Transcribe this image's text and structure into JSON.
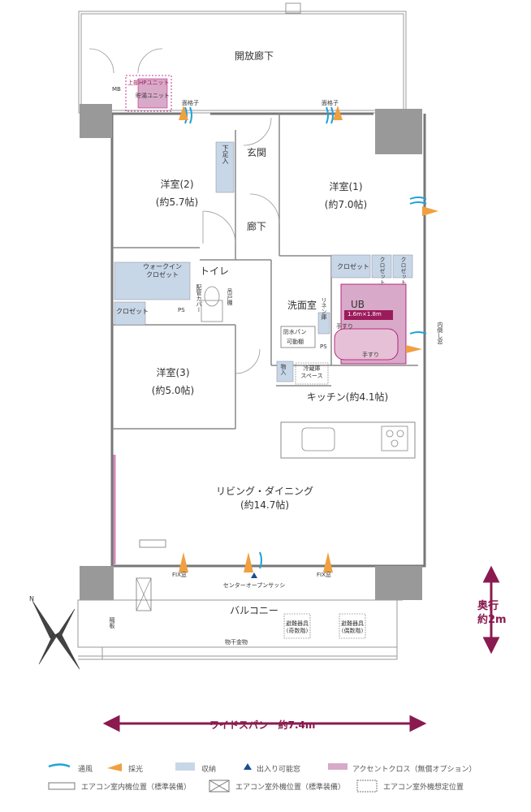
{
  "rooms": {
    "open_corridor": "開放廊下",
    "western_2": {
      "name": "洋室(2)",
      "size": "(約5.7帖)"
    },
    "western_1": {
      "name": "洋室(1)",
      "size": "(約7.0帖)"
    },
    "western_3": {
      "name": "洋室(3)",
      "size": "(約5.0帖)"
    },
    "entrance": "玄関",
    "hallway": "廊下",
    "toilet": "トイレ",
    "washroom": "洗面室",
    "kitchen": "キッチン(約4.1帖)",
    "living": {
      "name": "リビング・ダイニング",
      "size": "(約14.7帖)"
    },
    "balcony": "バルコニー"
  },
  "fixtures": {
    "mb": "MB",
    "hp_unit": "上部HPユニット",
    "storage_unit": "貯湯ユニット",
    "lattice_left": "面格子",
    "lattice_right": "面格子",
    "shoe_box": "下足入",
    "walkin_closet": "ウォークイン\nクロゼット",
    "closet_a": "クロゼット",
    "closet_b": "クロゼット",
    "closet_c": "クロゼット",
    "closet_d": "クロゼット",
    "ps_left": "PS",
    "ps_right": "PS",
    "pipe_cover": "配管カバー",
    "hanging_shelf": "吊戸棚",
    "linen": "リネン庫",
    "ub": "UB",
    "ub_size": "1.6m×1.8m",
    "handrail_1": "手すり",
    "handrail_2": "手すり",
    "waterproof_pan": "防水パン",
    "movable_shelf": "可動棚",
    "storage": "物入",
    "fridge_space": "冷蔵庫\nスペース",
    "fix_window_left": "FIX窓",
    "fix_window_right": "FIX窓",
    "center_sash": "センターオープンサッシ",
    "refuge_left": "避難器具\n(奇数階)",
    "refuge_right": "避難器具\n(偶数階)",
    "laundry": "物干金物",
    "partition": "隔板",
    "inner_window": "内倒し窓"
  },
  "dimensions": {
    "wide_span": "ワイドスパン　約7.4m",
    "depth": "奥行\n約2m"
  },
  "compass": "N",
  "legend": {
    "ventilation": "通風",
    "lighting": "採光",
    "storage": "収納",
    "access": "出入り可能窓",
    "accent": "アクセントクロス（無償オプション）",
    "ac_indoor": "エアコン室内機位置（標準装備）",
    "ac_outdoor": "エアコン室外機位置（標準装備）",
    "ac_outdoor_planned": "エアコン室外機想定位置"
  },
  "colors": {
    "storage": "#c8d7e8",
    "accent": "#d8a9c8",
    "vent": "#1fa3d8",
    "light": "#f0a040",
    "dim": "#8a1a4f",
    "wall": "#777777"
  }
}
